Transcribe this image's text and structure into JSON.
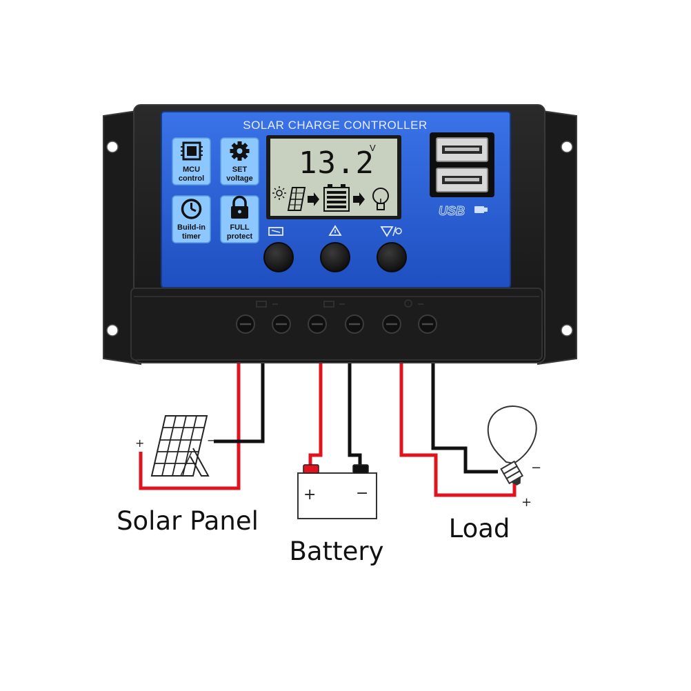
{
  "device": {
    "title": "SOLAR CHARGE CONTROLLER",
    "features": [
      {
        "icon": "chip-icon",
        "line1": "MCU",
        "line2": "control"
      },
      {
        "icon": "gear-icon",
        "line1": "SET",
        "line2": "voltage"
      },
      {
        "icon": "clock-icon",
        "line1": "Build-in",
        "line2": "timer"
      },
      {
        "icon": "padlock-icon",
        "line1": "FULL",
        "line2": "protect"
      }
    ],
    "lcd": {
      "value": "13.2",
      "unit": "V"
    },
    "usb_label": "USB",
    "buttons": [
      {
        "name": "menu-button",
        "icon": "menu-icon"
      },
      {
        "name": "up-button",
        "icon": "up-triangle-icon"
      },
      {
        "name": "down-button",
        "icon": "down-triangle-icon"
      }
    ]
  },
  "wiring": {
    "solar": {
      "label": "Solar Panel",
      "plus": "+",
      "minus": "−"
    },
    "battery": {
      "label": "Battery",
      "plus": "+",
      "minus": "−"
    },
    "load": {
      "label": "Load",
      "plus": "+",
      "minus": "−"
    }
  },
  "colors": {
    "panel_blue": "#2b62d8",
    "housing": "#1e1e1e",
    "feature_tile": "#8cc8ff",
    "lcd": "#c8d0c0",
    "positive_wire": "#e0141e",
    "negative_wire": "#111111"
  }
}
